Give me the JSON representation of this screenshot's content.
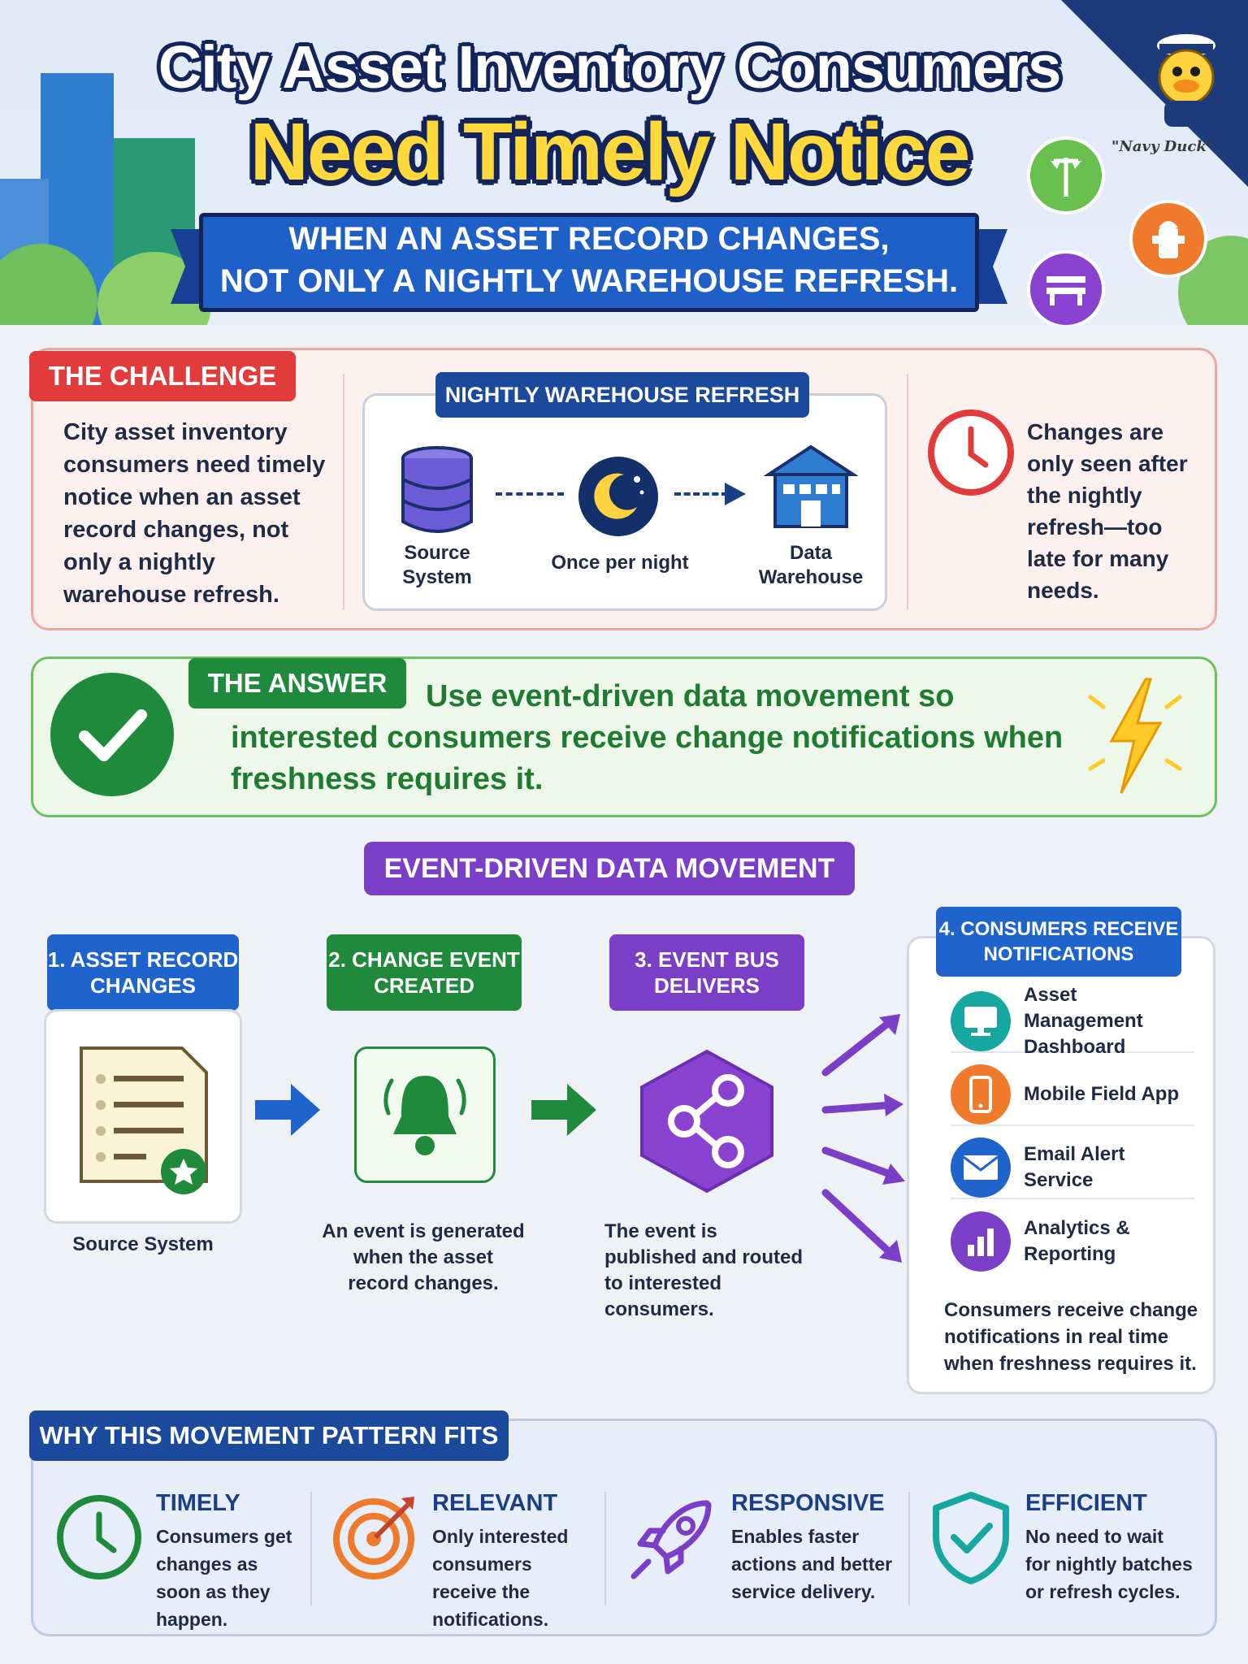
{
  "header": {
    "title_line1": "City Asset Inventory Consumers",
    "title_line2": "Need Timely Notice",
    "subtitle_line1": "WHEN AN ASSET RECORD CHANGES,",
    "subtitle_line2": "NOT ONLY A NIGHTLY WAREHOUSE REFRESH.",
    "mascot_label": "\"Navy Duck\""
  },
  "challenge": {
    "label": "THE CHALLENGE",
    "text": "City asset inventory consumers need timely notice when an asset record changes, not only a nightly warehouse refresh.",
    "nightly_label": "NIGHTLY WAREHOUSE REFRESH",
    "source_label": "Source System",
    "frequency_label": "Once per night",
    "warehouse_label": "Data Warehouse",
    "right_text": "Changes are only seen after the nightly refresh—too late for many needs."
  },
  "answer": {
    "label": "THE ANSWER",
    "text": "Use event-driven data movement so interested consumers receive change notifications when freshness requires it."
  },
  "event_flow": {
    "label": "EVENT-DRIVEN DATA MOVEMENT",
    "steps": [
      {
        "label": "1. ASSET RECORD CHANGES",
        "caption": "Source System"
      },
      {
        "label": "2. CHANGE EVENT CREATED",
        "caption": "An event is generated when the asset record changes."
      },
      {
        "label": "3. EVENT BUS DELIVERS",
        "caption": "The event is published and routed to interested consumers."
      },
      {
        "label": "4. CONSUMERS RECEIVE NOTIFICATIONS",
        "caption": "Consumers receive change notifications in real time when freshness requires it."
      }
    ],
    "consumers": [
      {
        "label": "Asset Management Dashboard"
      },
      {
        "label": "Mobile Field App"
      },
      {
        "label": "Email Alert Service"
      },
      {
        "label": "Analytics & Reporting"
      }
    ]
  },
  "why": {
    "label": "WHY THIS MOVEMENT PATTERN FITS",
    "benefits": [
      {
        "title": "TIMELY",
        "text": "Consumers get changes as soon as they happen."
      },
      {
        "title": "RELEVANT",
        "text": "Only interested consumers receive the notifications."
      },
      {
        "title": "RESPONSIVE",
        "text": "Enables faster actions and better service delivery."
      },
      {
        "title": "EFFICIENT",
        "text": "No need to wait for nightly batches or refresh cycles."
      }
    ]
  },
  "colors": {
    "challenge": "#e13b3b",
    "answer": "#1f8a3c",
    "event": "#7b3fc7",
    "navy": "#1b4a9c"
  }
}
